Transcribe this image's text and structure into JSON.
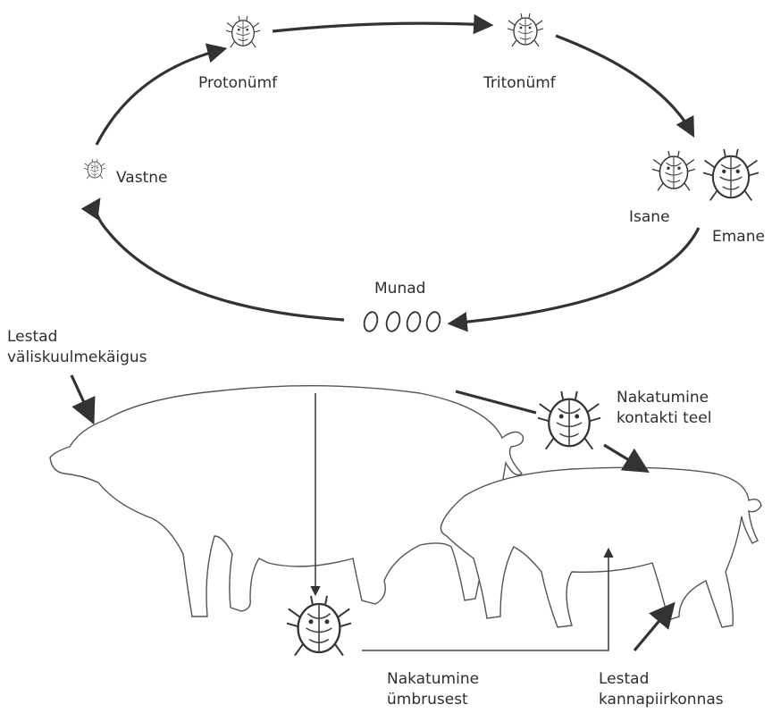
{
  "cycle": {
    "protonymph": "Protonümf",
    "tritonymph": "Tritonümf",
    "larva": "Vastne",
    "male": "Isane",
    "female": "Emane",
    "eggs": "Munad"
  },
  "transmission": {
    "ear_mites": "Lestad\nväliskuulmekäigus",
    "contact": "Nakatumine\nkontakti teel",
    "environment": "Nakatumine\nümbrusest",
    "heel_mites": "Lestad\nkannapiirkonnas"
  }
}
